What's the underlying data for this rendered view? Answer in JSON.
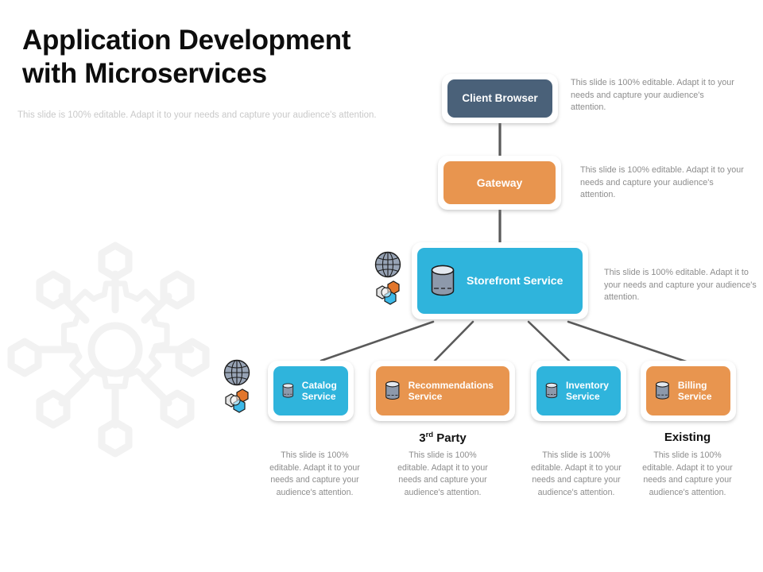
{
  "slide": {
    "title": "Application Development with Microservices",
    "title_line1": "Application Development",
    "title_line2": "with Microservices",
    "subtitle": "This slide is 100% editable. Adapt it to your needs and capture your audience's attention."
  },
  "diagram": {
    "nodes": [
      {
        "id": "client",
        "label": "Client Browser",
        "color": "#4a6179",
        "has_db_icon": false
      },
      {
        "id": "gateway",
        "label": "Gateway",
        "color": "#e8954f",
        "has_db_icon": false
      },
      {
        "id": "storefront",
        "label": "Storefront Service",
        "color": "#2fb4dc",
        "has_db_icon": true
      },
      {
        "id": "catalog",
        "label": "Catalog Service",
        "color": "#2fb4dc",
        "has_db_icon": true
      },
      {
        "id": "recommend",
        "label": "Recommendations Service",
        "color": "#e8954f",
        "has_db_icon": true
      },
      {
        "id": "inventory",
        "label": "Inventory Service",
        "color": "#2fb4dc",
        "has_db_icon": true
      },
      {
        "id": "billing",
        "label": "Billing Service",
        "color": "#e8954f",
        "has_db_icon": true
      }
    ],
    "connectors": [
      {
        "from": "client",
        "to": "gateway"
      },
      {
        "from": "gateway",
        "to": "storefront"
      },
      {
        "from": "storefront",
        "to": "catalog"
      },
      {
        "from": "storefront",
        "to": "recommend"
      },
      {
        "from": "storefront",
        "to": "inventory"
      },
      {
        "from": "storefront",
        "to": "billing"
      }
    ]
  },
  "descriptions": {
    "client": "This slide is 100% editable. Adapt it to your needs and capture your audience's attention.",
    "gateway": "This slide is 100% editable. Adapt it to your needs and capture your audience's attention.",
    "storefront": "This slide is 100% editable. Adapt it to your needs and capture your audience's attention."
  },
  "captions": {
    "catalog": "This slide is 100% editable. Adapt it to your needs and capture your audience's attention.",
    "recommend": "This slide is 100% editable. Adapt it to your needs and capture your audience's attention.",
    "inventory": "This slide is 100% editable. Adapt it to your needs and capture your audience's attention.",
    "billing": "This slide is 100% editable. Adapt it to your needs and capture your audience's attention."
  },
  "group_labels": {
    "third_party_prefix": "3",
    "third_party_sup": "rd",
    "third_party_suffix": "Party",
    "existing": "Existing"
  },
  "colors": {
    "accent_cyan": "#2fb4dc",
    "accent_orange": "#e8954f",
    "accent_slate": "#4a6179",
    "body_text": "#8d8d8d",
    "title_text": "#0d0d0d",
    "connector": "#5a5a5a",
    "watermark": "#f2f2f2"
  },
  "icons": {
    "database": "database-cylinder-icon",
    "globe": "globe-icon",
    "hexagons": "hexagon-cluster-icon",
    "gear": "gear-network-watermark-icon"
  }
}
